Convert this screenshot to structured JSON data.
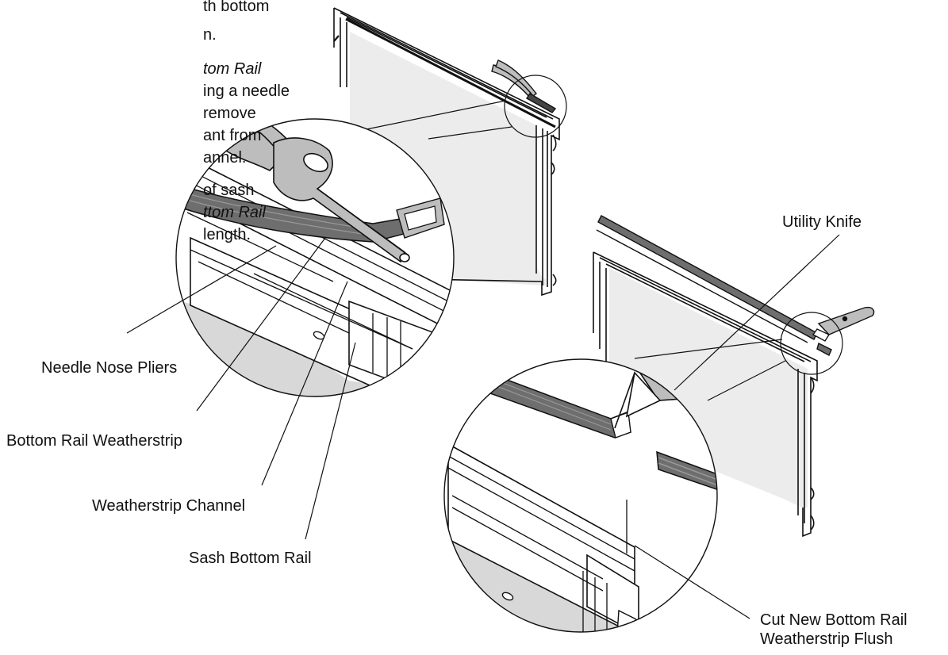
{
  "instructions": {
    "lines": [
      {
        "parts": [
          {
            "text": "th bottom",
            "italic": false
          }
        ]
      },
      {
        "parts": [
          {
            "text": "n.",
            "italic": false
          }
        ]
      },
      {
        "parts": [
          {
            "text": "tom Rail",
            "italic": true
          }
        ]
      },
      {
        "parts": [
          {
            "text": "ing a needle",
            "italic": false
          }
        ]
      },
      {
        "parts": [
          {
            "text": "remove",
            "italic": false
          }
        ]
      },
      {
        "parts": [
          {
            "text": "ant from",
            "italic": false
          }
        ]
      },
      {
        "parts": [
          {
            "text": "annel.",
            "italic": false
          }
        ]
      },
      {
        "parts": [
          {
            "text": "of sash",
            "italic": false
          }
        ]
      },
      {
        "parts": [
          {
            "text": "ttom Rail",
            "italic": true
          }
        ]
      },
      {
        "parts": [
          {
            "text": "length.",
            "italic": false
          }
        ]
      }
    ]
  },
  "callouts": {
    "needle_nose_pliers": "Needle Nose Pliers",
    "bottom_rail_weatherstrip": "Bottom Rail Weatherstrip",
    "weatherstrip_channel": "Weatherstrip Channel",
    "sash_bottom_rail": "Sash Bottom Rail",
    "utility_knife": "Utility Knife",
    "cut_new_line1": "Cut New Bottom Rail",
    "cut_new_line2": "Weatherstrip Flush"
  },
  "colors": {
    "line": "#111111",
    "glass": "#ececec",
    "tool": "#bdbdbd",
    "weatherstrip": "#6e6e6e",
    "shade": "#d8d8d8"
  }
}
